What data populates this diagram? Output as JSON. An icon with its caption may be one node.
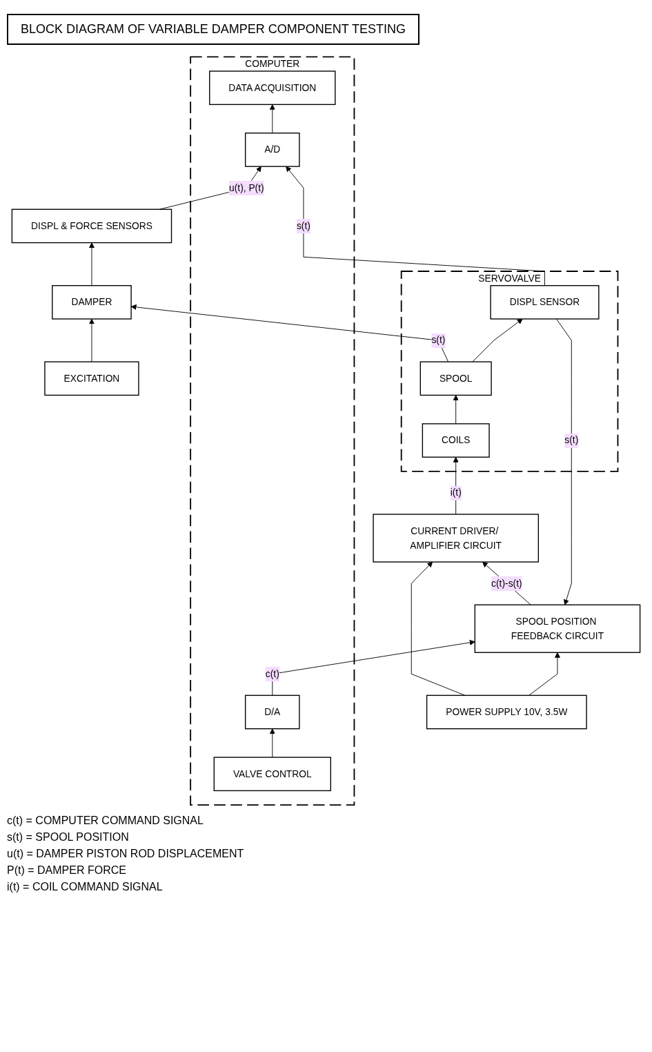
{
  "diagram": {
    "title": "BLOCK DIAGRAM OF VARIABLE DAMPER COMPONENT TESTING",
    "nodes": [
      {
        "text": [
          "POWER SUPPLY 10V, 3.5W"
        ]
      },
      {
        "text": [
          "SPOOL POSITION FEEDBACK CIRCUIT"
        ]
      },
      {
        "text": [
          "CURRENT DRIVER/ AMPLIFIER CIRCUIT"
        ]
      },
      {
        "text": [
          "SERVOVALVE"
        ]
      },
      {
        "text": [
          "COILS"
        ],
        "in": 3
      },
      {
        "text": [
          "SPOOL"
        ],
        "in": 3
      },
      {
        "text": [
          "DISPL SENSOR"
        ],
        "in": 3
      },
      {
        "text": [
          "EXCITATION"
        ]
      },
      {
        "text": [
          "DAMPER"
        ]
      },
      {
        "text": [
          "DISPL & FORCE SENSORS"
        ]
      },
      {
        "text": [
          "COMPUTER"
        ]
      },
      {
        "text": [
          "A/D"
        ],
        "in": 10
      },
      {
        "text": [
          "DATA ACQUISITION"
        ],
        "in": 10
      },
      {
        "text": [
          "VALVE CONTROL"
        ],
        "in": 10
      },
      {
        "text": [
          "D/A"
        ],
        "in": 10
      }
    ],
    "edges": [
      {
        "from": 0,
        "to": 1,
        "arrow": "to"
      },
      {
        "from": 0,
        "to": 2,
        "arrow": "to"
      },
      {
        "from": 14,
        "to": 1,
        "arrow": "to",
        "label": "c(t)"
      },
      {
        "from": 6,
        "to": 1,
        "arrow": "to",
        "label": "s(t)"
      },
      {
        "from": 1,
        "to": 2,
        "arrow": "to",
        "label": "c(t)-s(t)"
      },
      {
        "from": 2,
        "to": 4,
        "arrow": "to",
        "label": "i(t)"
      },
      {
        "from": 4,
        "to": 5,
        "arrow": "to"
      },
      {
        "from": 5,
        "to": 6,
        "arrow": "to"
      },
      {
        "from": 5,
        "to": 8,
        "arrow": "to",
        "label": "s(t)"
      },
      {
        "from": 7,
        "to": 8,
        "arrow": "to"
      },
      {
        "from": 8,
        "to": 9,
        "arrow": "to"
      },
      {
        "from": 9,
        "to": 11,
        "arrow": "to",
        "label": "u(t),  P(t)"
      },
      {
        "from": 6,
        "to": 11,
        "arrow": "to",
        "label": "s(t)"
      },
      {
        "from": 11,
        "to": 12,
        "arrow": "to"
      },
      {
        "from": 13,
        "to": 14,
        "arrow": "to"
      }
    ],
    "labels": [
      "c(t) = COMPUTER COMMAND SIGNAL",
      "s(t) = SPOOL POSITION",
      "u(t) = DAMPER PISTON ROD DISPLACEMENT",
      "P(t) = DAMPER FORCE",
      "i(t) = COIL COMMAND SIGNAL"
    ]
  }
}
